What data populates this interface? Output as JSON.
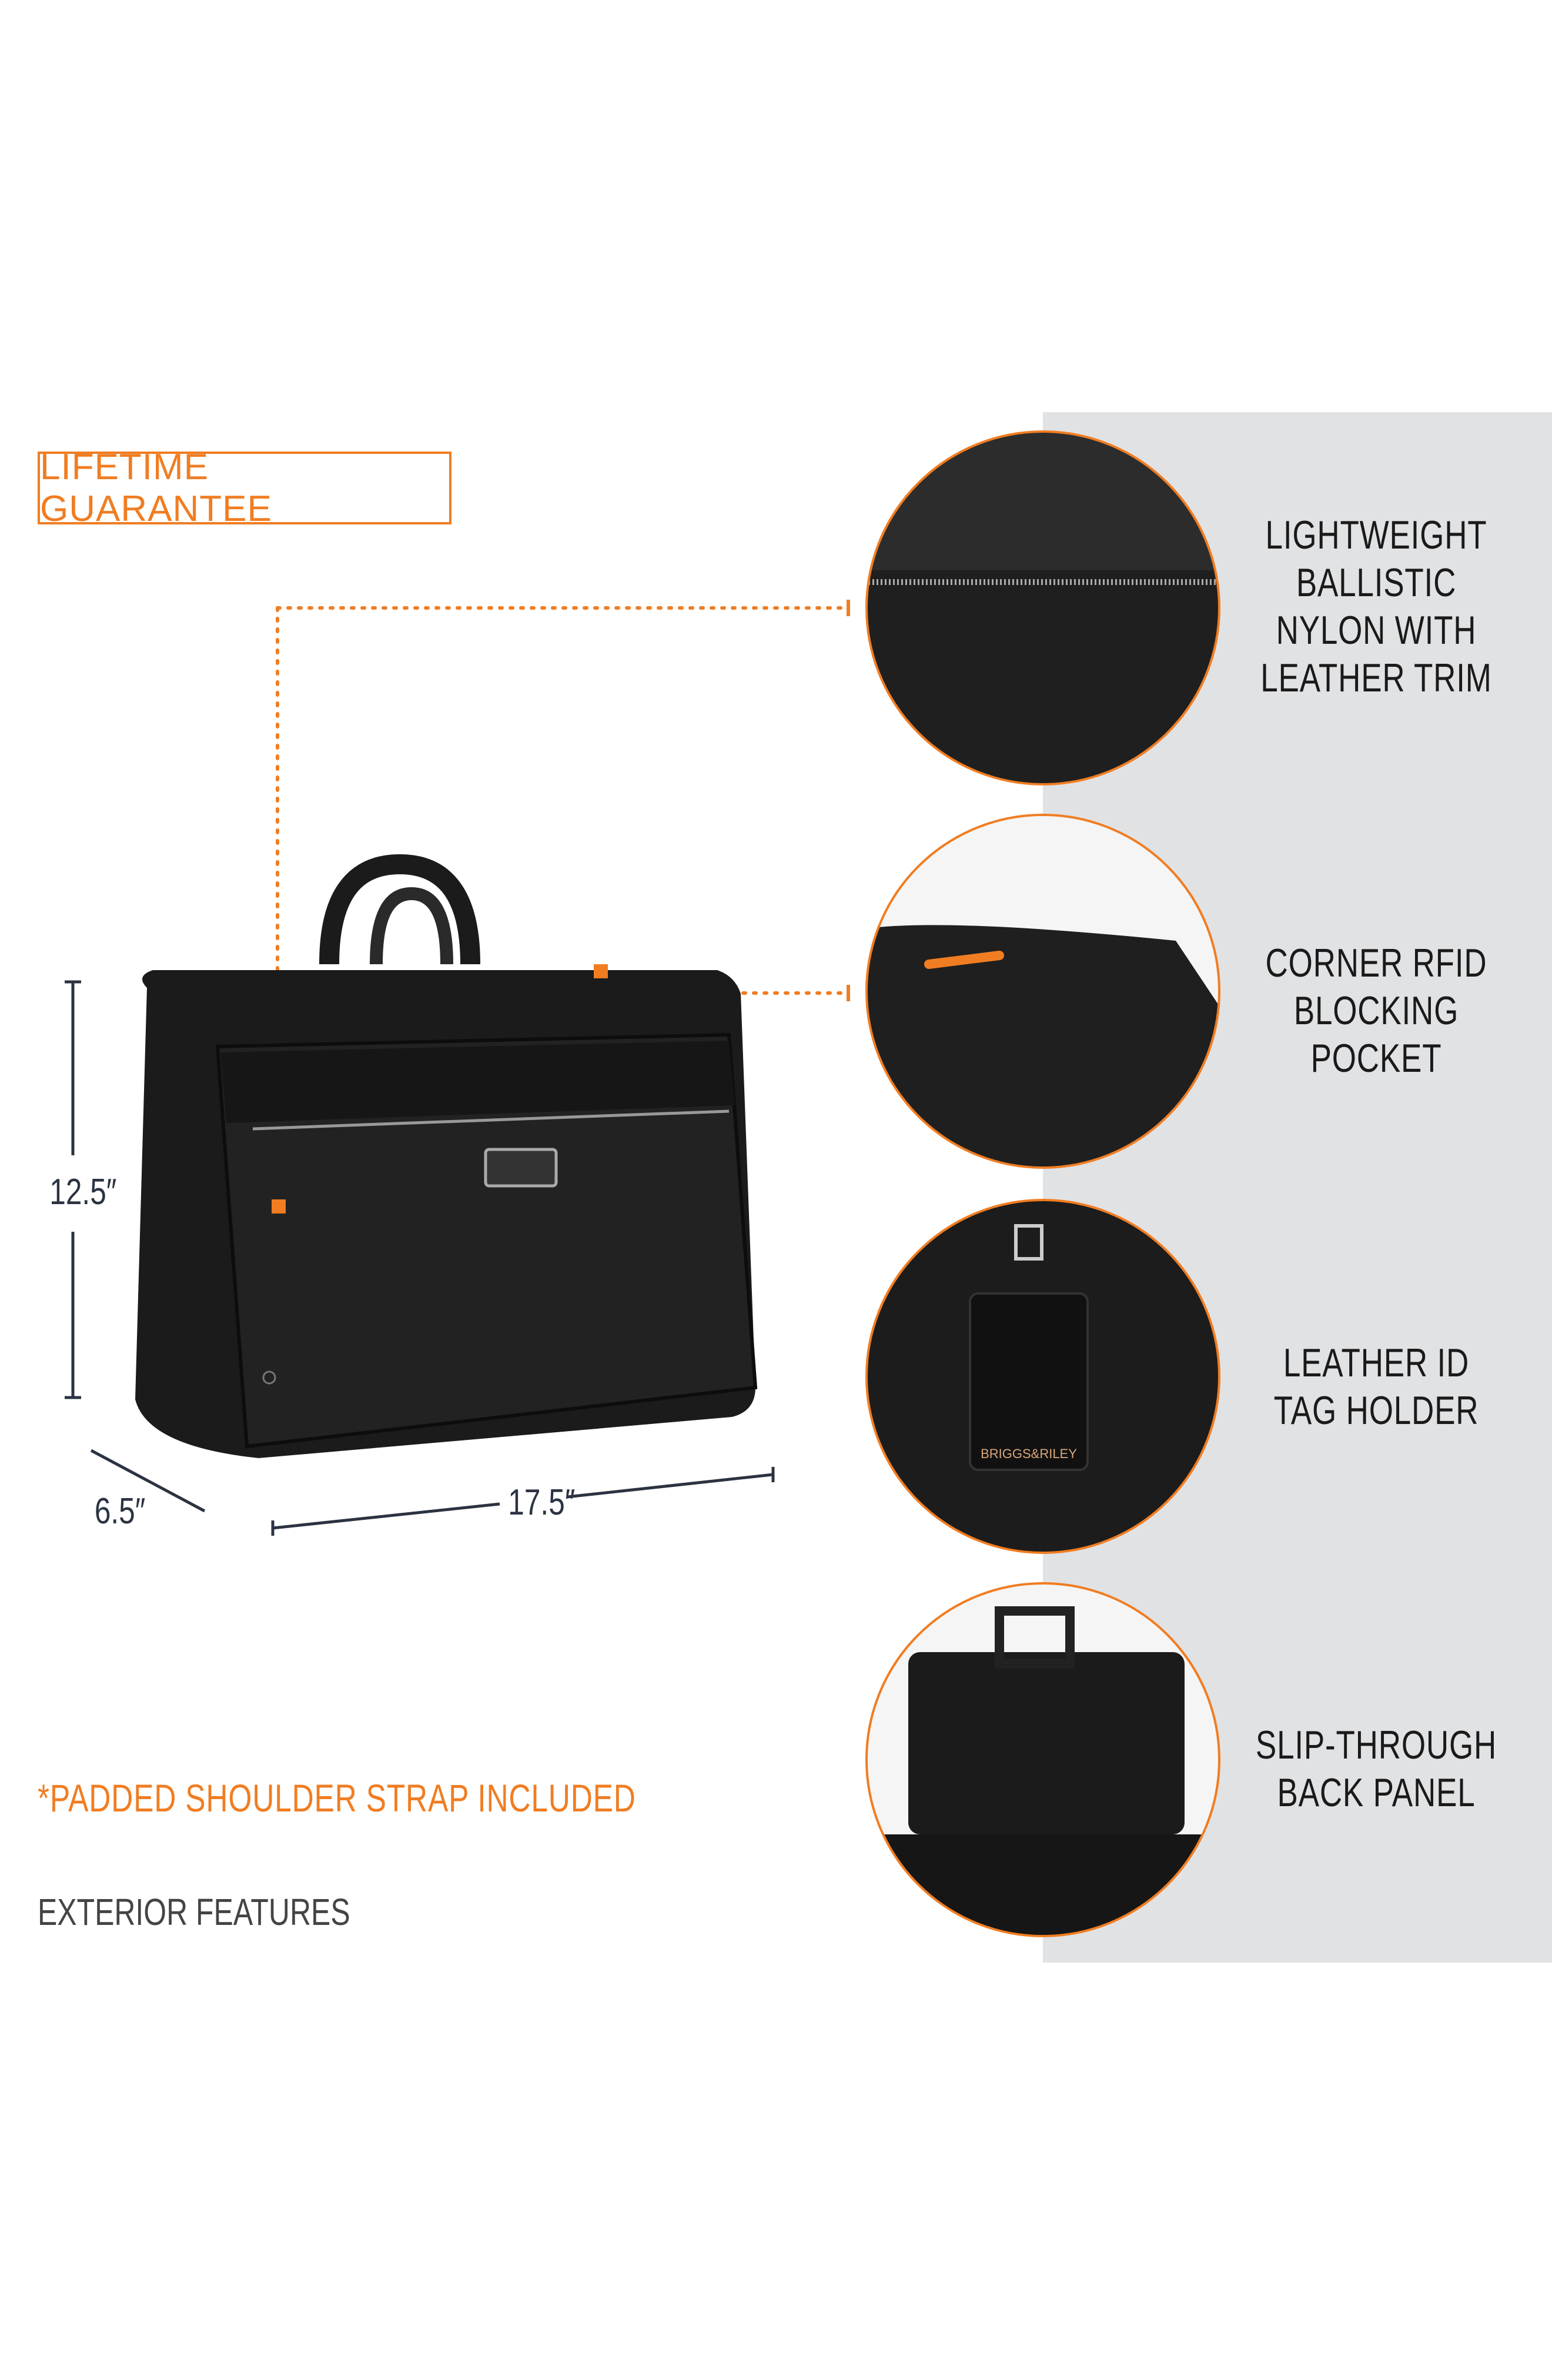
{
  "badge": {
    "label": "LIFETIME GUARANTEE"
  },
  "dimensions": {
    "height": "12.5″",
    "depth": "6.5″",
    "width": "17.5″"
  },
  "features": [
    {
      "lines": [
        "LIGHTWEIGHT",
        "BALLISTIC",
        "NYLON WITH",
        "LEATHER TRIM"
      ]
    },
    {
      "lines": [
        "CORNER RFID",
        "BLOCKING",
        "POCKET"
      ]
    },
    {
      "lines": [
        "LEATHER ID",
        "TAG HOLDER"
      ]
    },
    {
      "lines": [
        "SLIP-THROUGH",
        "BACK PANEL"
      ]
    }
  ],
  "tag_brand": "BRIGGS&RILEY",
  "strap_note": "*PADDED SHOULDER STRAP INCLUDED",
  "section_label": "EXTERIOR FEATURES",
  "colors": {
    "accent": "#f07d22",
    "panel": "#e1e2e4",
    "bag": "#1b1b1b",
    "dimension": "#2b3342"
  }
}
